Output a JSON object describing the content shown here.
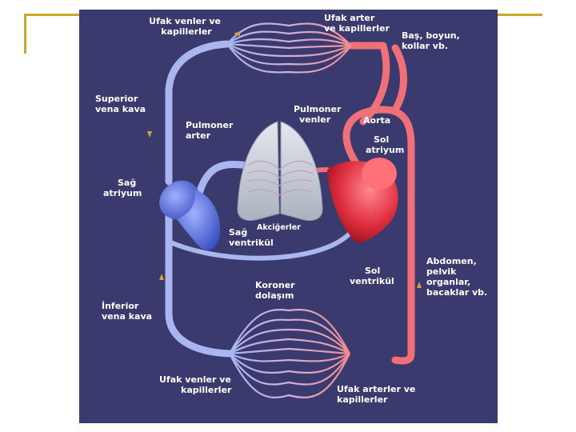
{
  "labels": {
    "small_veins_top": [
      "Ufak venler ve",
      "kapillerler"
    ],
    "small_arteries_top": [
      "Ufak arter",
      "ve kapillerler"
    ],
    "head_neck": [
      "Baş, boyun,",
      "kollar vb."
    ],
    "superior_vena_cava": [
      "Superior",
      "vena kava"
    ],
    "pulmonary_artery": [
      "Pulmoner",
      "arter"
    ],
    "pulmonary_veins": [
      "Pulmoner",
      "venler"
    ],
    "aorta": "Aorta",
    "left_atrium": [
      "Sol",
      "atriyum"
    ],
    "right_atrium": [
      "Sağ",
      "atriyum"
    ],
    "lungs": "Akciğerler",
    "right_ventricle": [
      "Sağ",
      "ventrikül"
    ],
    "left_ventricle": [
      "Sol",
      "ventrikül"
    ],
    "abdomen": [
      "Abdomen,",
      "pelvik",
      "organlar,",
      "bacaklar vb."
    ],
    "coronary": [
      "Koroner",
      "dolaşım"
    ],
    "inferior_vena_cava": [
      "İnferior",
      "vena kava"
    ],
    "small_veins_bottom": [
      "Ufak venler ve",
      "kapillerler"
    ],
    "small_arteries_bottom": [
      "Ufak  arterler ve",
      "kapillerler"
    ]
  },
  "colors": {
    "background": "#3a3a6e",
    "venous": "#a9b6f0",
    "arterial": "#f0707a",
    "heart_right": "#5a6fd8",
    "heart_left": "#e03040",
    "lung": "#c9cfd8",
    "accent_line": "#c8a82a"
  }
}
